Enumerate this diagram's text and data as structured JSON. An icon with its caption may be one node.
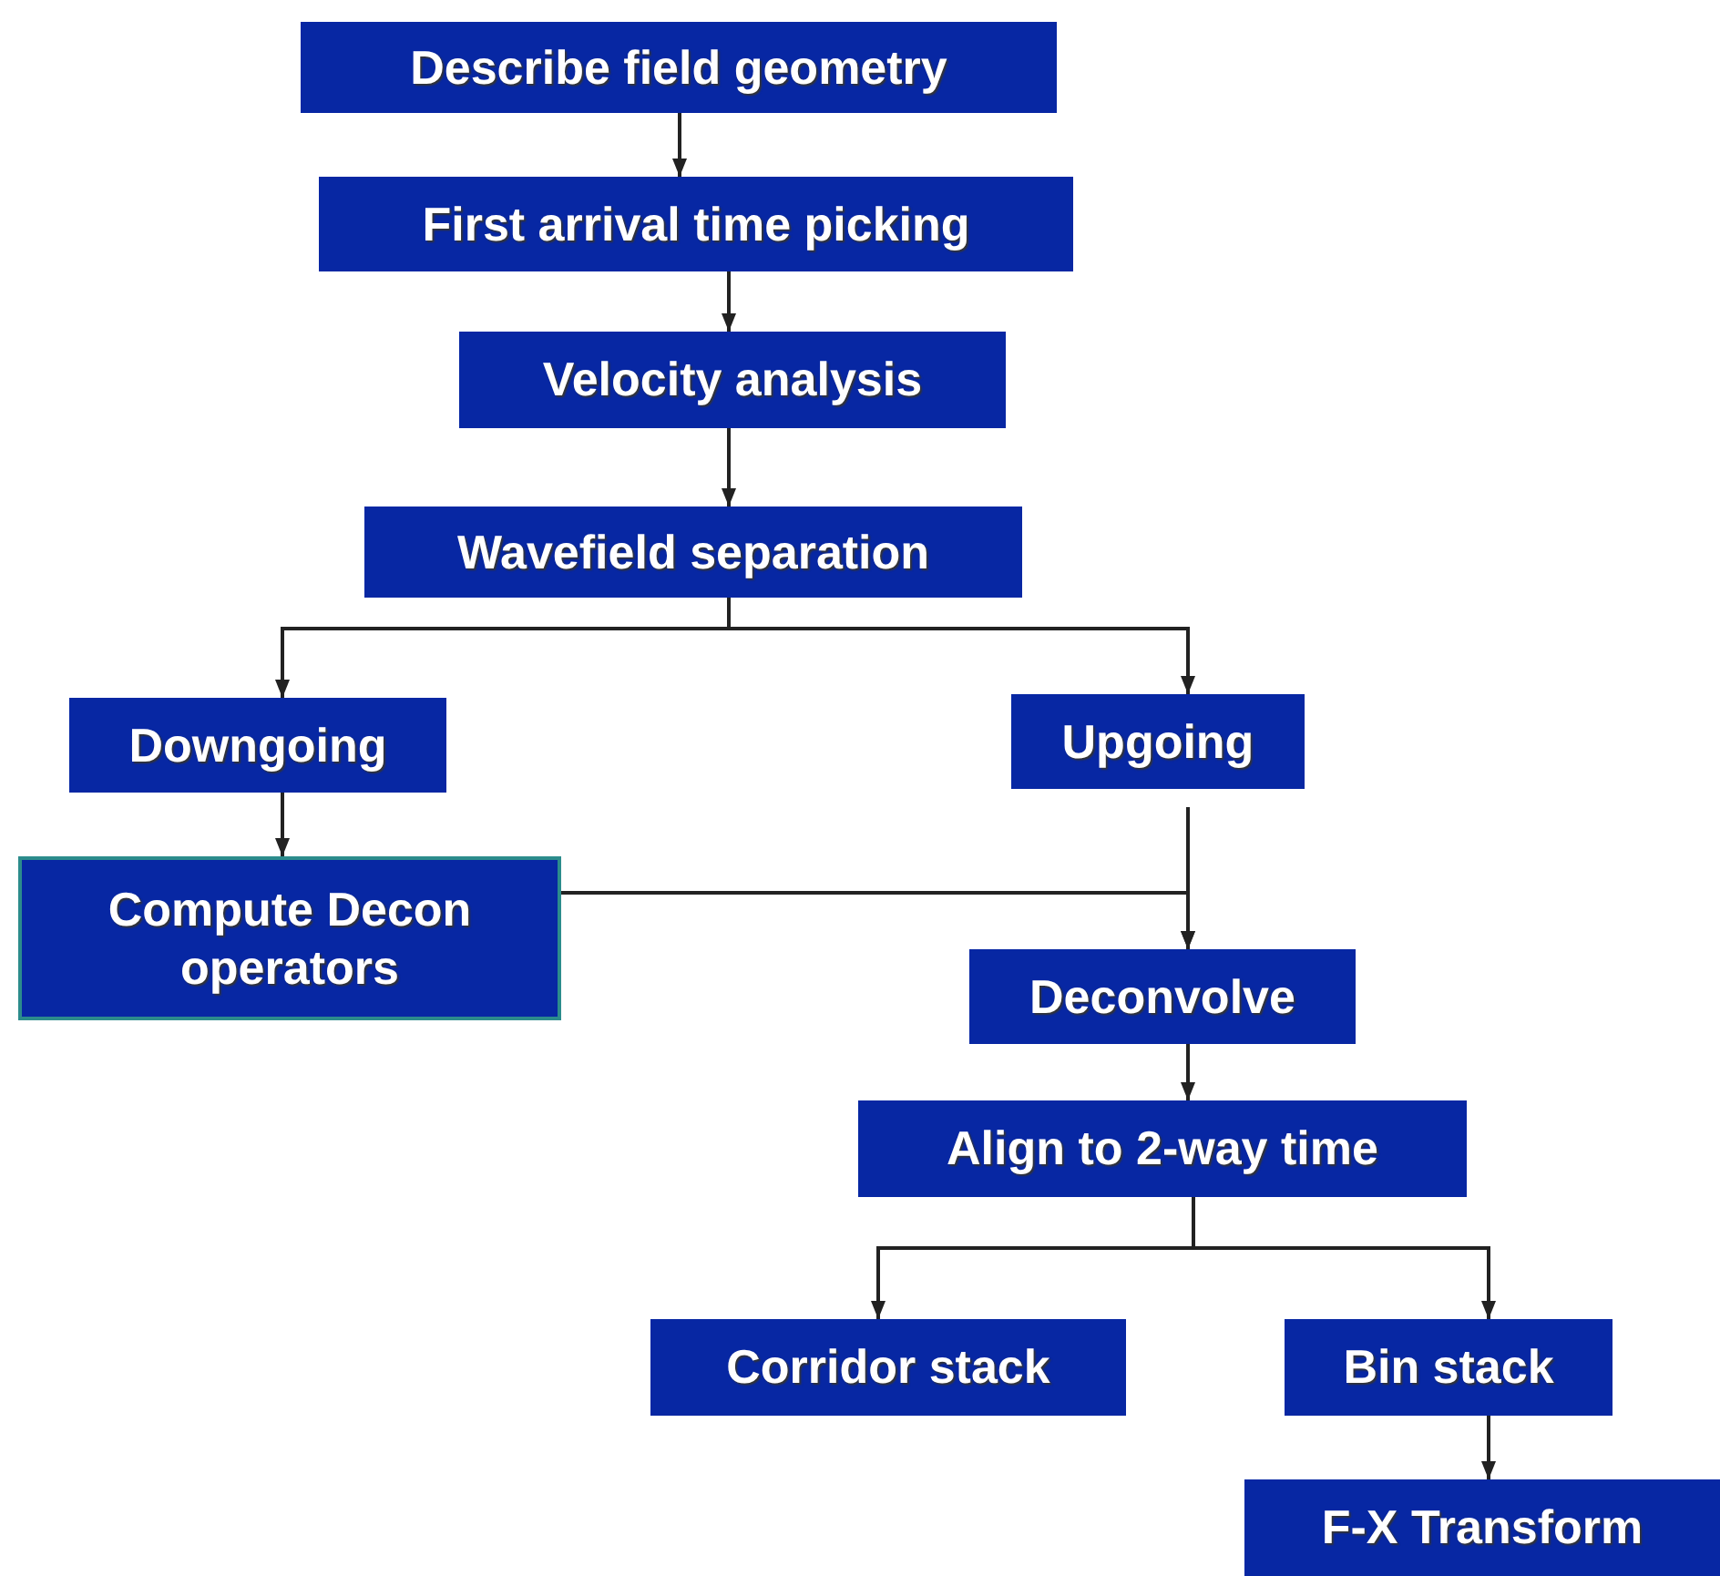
{
  "diagram": {
    "nodes": [
      {
        "text": [
          "Describe field geometry"
        ]
      },
      {
        "text": [
          "First arrival time picking"
        ]
      },
      {
        "text": [
          "Velocity analysis"
        ]
      },
      {
        "text": [
          "Wavefield separation"
        ]
      },
      {
        "text": [
          "Downgoing"
        ]
      },
      {
        "text": [
          "Compute Decon operators"
        ]
      },
      {
        "text": [
          "Upgoing"
        ]
      },
      {
        "text": [
          "Deconvolve"
        ]
      },
      {
        "text": [
          "Align to 2-way time"
        ]
      },
      {
        "text": [
          "Corridor stack"
        ]
      },
      {
        "text": [
          "Bin stack"
        ]
      },
      {
        "text": [
          "F-X Transform"
        ]
      }
    ],
    "edges": [
      {
        "from": 0,
        "to": 1,
        "arrow": "to"
      },
      {
        "from": 1,
        "to": 2,
        "arrow": "to"
      },
      {
        "from": 2,
        "to": 3,
        "arrow": "to"
      },
      {
        "from": 3,
        "to": 4,
        "arrow": "to"
      },
      {
        "from": 3,
        "to": 6,
        "arrow": "to"
      },
      {
        "from": 4,
        "to": 5,
        "arrow": "to"
      },
      {
        "from": 5,
        "to": 7,
        "arrow": "to"
      },
      {
        "from": 6,
        "to": 7,
        "arrow": "to"
      },
      {
        "from": 7,
        "to": 8,
        "arrow": "to"
      },
      {
        "from": 8,
        "to": 9,
        "arrow": "to"
      },
      {
        "from": 8,
        "to": 10,
        "arrow": "to"
      },
      {
        "from": 10,
        "to": 11,
        "arrow": "to"
      }
    ]
  }
}
